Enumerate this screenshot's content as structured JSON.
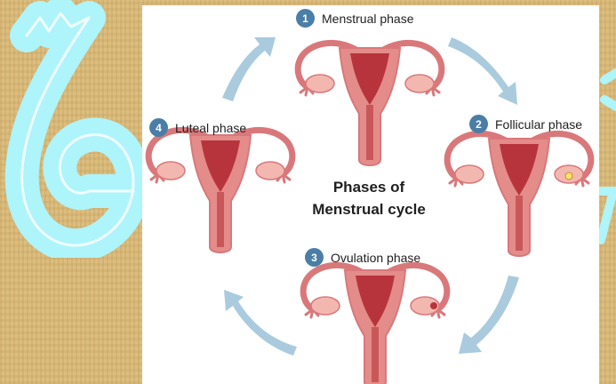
{
  "title": {
    "line1": "Phases of",
    "line2": "Menstrual cycle"
  },
  "phases": [
    {
      "number": "1",
      "label": "Menstrual phase"
    },
    {
      "number": "2",
      "label": "Follicular phase"
    },
    {
      "number": "3",
      "label": "Ovulation phase"
    },
    {
      "number": "4",
      "label": "Luteal phase"
    }
  ],
  "colors": {
    "background": "#d8b978",
    "badge": "#4a7ea6",
    "arrow": "#a9cbdd",
    "uterus": "#d9787a",
    "lining": "#b8343c",
    "ovary": "#f2b8b0",
    "decoration": "#aef4fb"
  }
}
